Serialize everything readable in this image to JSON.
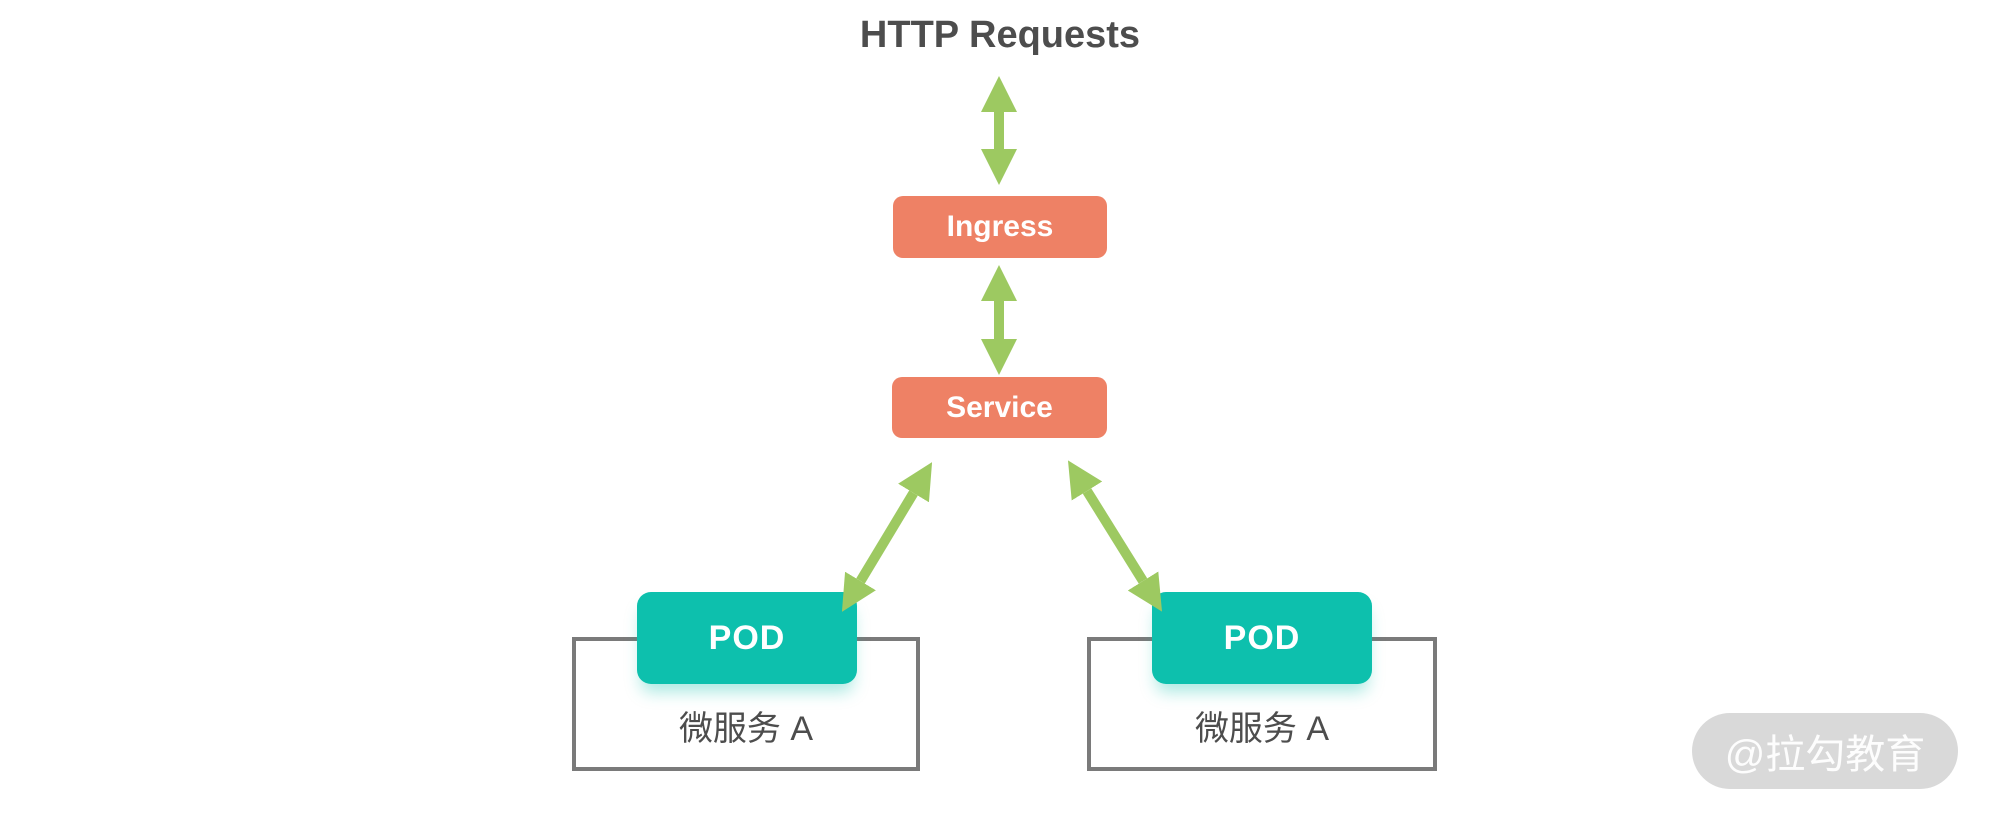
{
  "diagram": {
    "title": "HTTP Requests",
    "ingress": {
      "label": "Ingress"
    },
    "service": {
      "label": "Service"
    },
    "pods": [
      {
        "label": "POD",
        "group": "微服务 A"
      },
      {
        "label": "POD",
        "group": "微服务 A"
      }
    ],
    "watermark": {
      "text": "@拉勾教育"
    },
    "colors": {
      "node_orange": "#ee8165",
      "pod_teal": "#0dc0ad",
      "arrow_green": "#9dc961",
      "group_border": "#7a7a7a",
      "text_dark": "#4d4d4d",
      "watermark_bg": "#d9d9d9"
    }
  }
}
